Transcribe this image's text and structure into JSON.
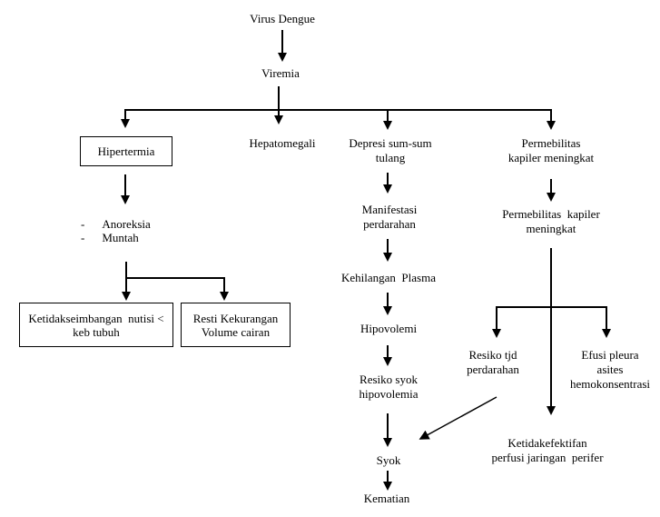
{
  "diagram": {
    "description": "Pathway flowchart of dengue virus infection (pathofisiologi)",
    "colors": {
      "background": "#ffffff",
      "line": "#000000",
      "text": "#000000"
    },
    "nodes": {
      "virus_dengue": "Virus Dengue",
      "viremia": "Viremia",
      "hipertermia": "Hipertermia",
      "hepatomegali": "Hepatomegali",
      "depresi_sumsum": "Depresi sum-sum\ntulang",
      "permebilitas_1": "Permebilitas\nkapiler meningkat",
      "symptom_list": {
        "bullet": "-",
        "items": [
          "Anoreksia",
          "Muntah"
        ]
      },
      "ketidakseimbangan_nutrisi": "Ketidakseimbangan  nutisi <\nkeb tubuh",
      "resti_kekurangan": "Resti Kekurangan\nVolume cairan",
      "manifestasi_perdarahan": "Manifestasi\nperdarahan",
      "kehilangan_plasma": "Kehilangan  Plasma",
      "hipovolemi": "Hipovolemi",
      "resiko_syok": "Resiko syok\nhipovolemia",
      "syok": "Syok",
      "kematian": "Kematian",
      "permebilitas_2": "Permebilitas  kapiler\nmeningkat",
      "resiko_tjd": "Resiko tjd\nperdarahan",
      "efusi_pleura": "Efusi pleura asites\nhemokonsentrasi",
      "ketidakefektifan": "Ketidakefektifan\nperfusi jaringan  perifer"
    }
  }
}
